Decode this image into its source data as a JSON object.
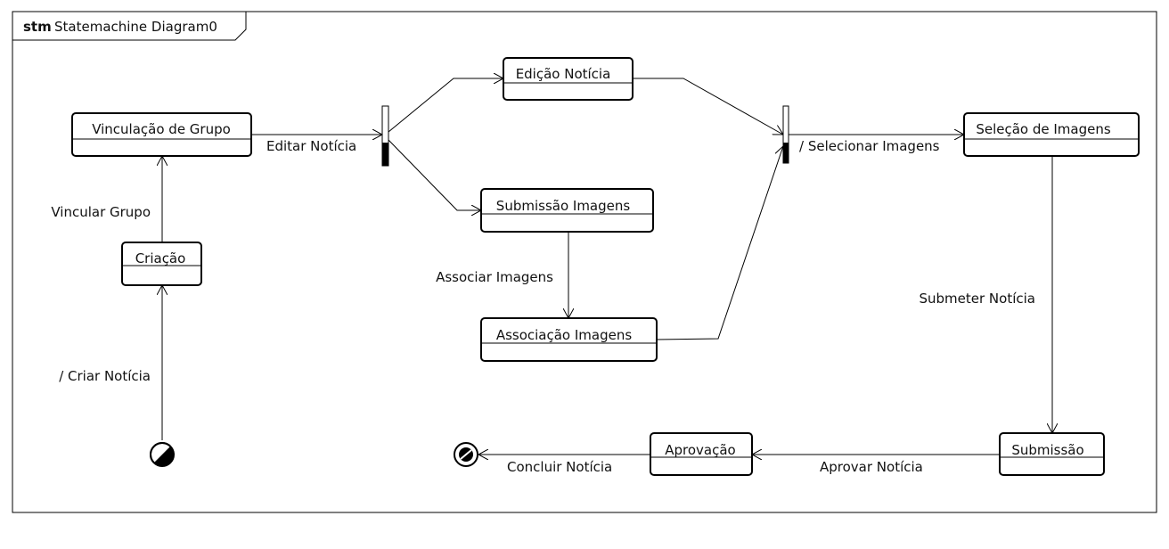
{
  "frame": {
    "keyword": "stm",
    "name": "Statemachine Diagram0"
  },
  "states": {
    "vinculacao": "Vinculação de Grupo",
    "criacao": "Criação",
    "edicao": "Edição Notícia",
    "submissao_imagens": "Submissão Imagens",
    "associacao": "Associação Imagens",
    "selecao": "Seleção de Imagens",
    "submissao": "Submissão",
    "aprovacao": "Aprovação"
  },
  "transitions": {
    "criar_noticia": "/ Criar Notícia",
    "vincular_grupo": "Vincular Grupo",
    "editar_noticia": "Editar Notícia",
    "associar_imagens": "Associar Imagens",
    "selecionar_imagens": "/ Selecionar Imagens",
    "submeter_noticia": "Submeter Notícia",
    "aprovar_noticia": "Aprovar Notícia",
    "concluir_noticia": "Concluir Notícia"
  }
}
